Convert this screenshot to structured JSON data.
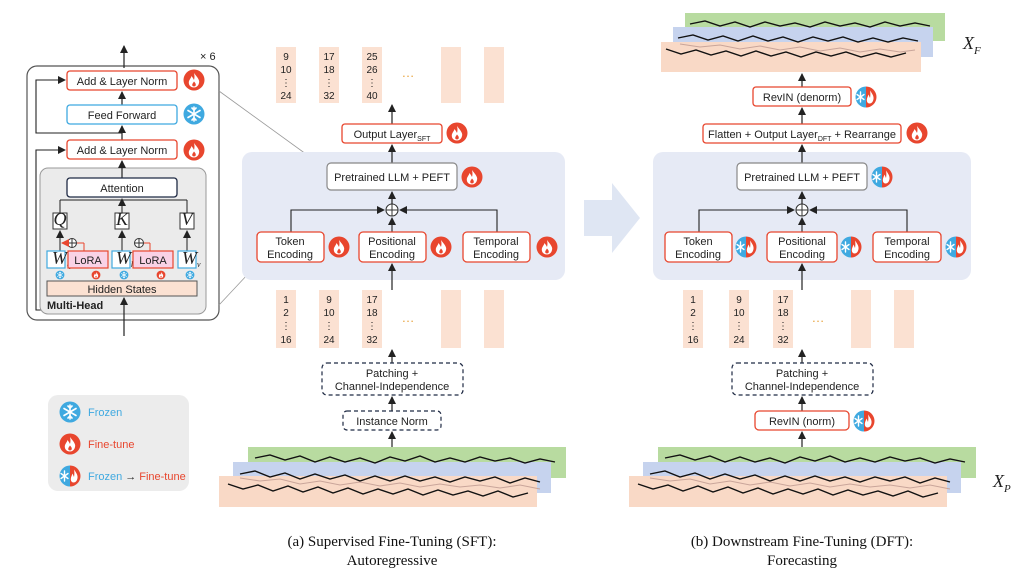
{
  "colors": {
    "fire": "#e8462e",
    "frozen": "#3fa9e0",
    "block_bg": "#e6eaf5",
    "token_fill": "#fbe1d2",
    "lora_fill": "#f9d2e6",
    "hidden_fill": "#fbe1d2",
    "series_green": "#b8dba0",
    "series_blue": "#c6d3ee",
    "series_orange": "#f9d9c6",
    "arrow_block": "#dfe6f3"
  },
  "inset": {
    "repeat": "× 6",
    "add_norm_top": "Add & Layer Norm",
    "feed_forward": "Feed Forward",
    "add_norm_mid": "Add & Layer Norm",
    "attention": "Attention",
    "q": "Q",
    "k": "K",
    "v": "V",
    "lora": "LoRA",
    "wq_main": "W",
    "wq_sub": "q",
    "wk_main": "W",
    "wk_sub": "k",
    "wv_main": "W",
    "wv_sub": "v",
    "hidden_states": "Hidden States",
    "multi_head": "Multi-Head"
  },
  "legend": {
    "frozen": "Frozen",
    "finetune": "Fine-tune",
    "transition_from": "Frozen",
    "transition_arrow": "→",
    "transition_to": "Fine-tune"
  },
  "sft": {
    "output_main": "Output Layer",
    "output_sub": "SFT",
    "llm": "Pretrained LLM + PEFT",
    "token_l1": "Token",
    "token_l2": "Encoding",
    "pos_l1": "Positional",
    "pos_l2": "Encoding",
    "temp_l1": "Temporal",
    "temp_l2": "Encoding",
    "patching_l1": "Patching +",
    "patching_l2": "Channel-Independence",
    "instance_norm": "Instance Norm",
    "top_cols": [
      [
        "9",
        "10",
        "⋮",
        "24"
      ],
      [
        "17",
        "18",
        "⋮",
        "32"
      ],
      [
        "25",
        "26",
        "⋮",
        "40"
      ]
    ],
    "bottom_cols": [
      [
        "1",
        "2",
        "⋮",
        "16"
      ],
      [
        "9",
        "10",
        "⋮",
        "24"
      ],
      [
        "17",
        "18",
        "⋮",
        "32"
      ]
    ],
    "ellipsis": "…",
    "caption_l1": "(a) Supervised Fine-Tuning (SFT):",
    "caption_l2": "Autoregressive"
  },
  "dft": {
    "revin_denorm": "RevIN (denorm)",
    "flatten_pre": "Flatten + Output Layer",
    "flatten_sub": "DFT",
    "flatten_post": " + Rearrange",
    "llm": "Pretrained LLM + PEFT",
    "token_l1": "Token",
    "token_l2": "Encoding",
    "pos_l1": "Positional",
    "pos_l2": "Encoding",
    "temp_l1": "Temporal",
    "temp_l2": "Encoding",
    "patching_l1": "Patching +",
    "patching_l2": "Channel-Independence",
    "revin_norm": "RevIN (norm)",
    "bottom_cols": [
      [
        "1",
        "2",
        "⋮",
        "16"
      ],
      [
        "9",
        "10",
        "⋮",
        "24"
      ],
      [
        "17",
        "18",
        "⋮",
        "32"
      ]
    ],
    "ellipsis": "…",
    "caption_l1": "(b) Downstream Fine-Tuning (DFT):",
    "caption_l2": "Forecasting",
    "xf_main": "X",
    "xf_sub": "F",
    "xp_main": "X",
    "xp_sub": "P"
  }
}
